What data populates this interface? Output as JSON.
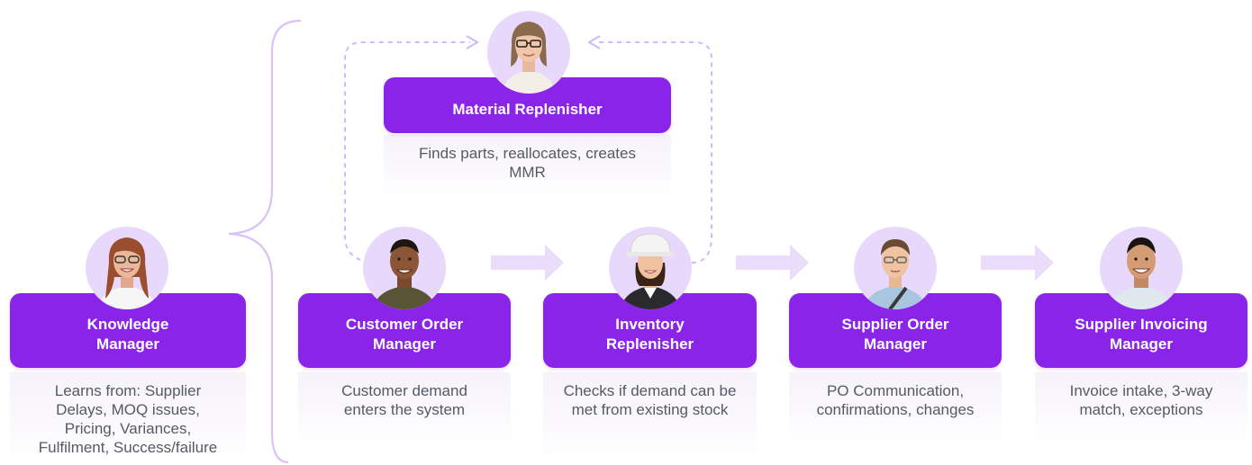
{
  "colors": {
    "accent": "#8a24e8",
    "avatar_bg": "#e8d8fb",
    "arrow": "#eadcfa",
    "text": "#555a63"
  },
  "cards": {
    "material": {
      "title": "Material Replenisher",
      "description": "Finds parts, reallocates, creates MMR",
      "avatar_icon": "woman-with-glasses-avatar"
    },
    "knowledge": {
      "title": "Knowledge Manager",
      "description": "Learns from: Supplier Delays, MOQ issues, Pricing, Variances, Fulfilment, Success/failure",
      "avatar_icon": "smiling-woman-avatar"
    },
    "customer": {
      "title": "Customer Order Manager",
      "description": "Customer demand enters the system",
      "avatar_icon": "smiling-man-avatar"
    },
    "inventory": {
      "title": "Inventory Replenisher",
      "description": "Checks if demand can be met from existing stock",
      "avatar_icon": "woman-in-hardhat-avatar"
    },
    "supplier_order": {
      "title": "Supplier Order Manager",
      "description": "PO Communication, confirmations, changes",
      "avatar_icon": "man-with-glasses-avatar"
    },
    "supplier_invoicing": {
      "title": "Supplier Invoicing Manager",
      "description": "Invoice intake, 3-way match, exceptions",
      "avatar_icon": "smiling-man-avatar"
    }
  }
}
